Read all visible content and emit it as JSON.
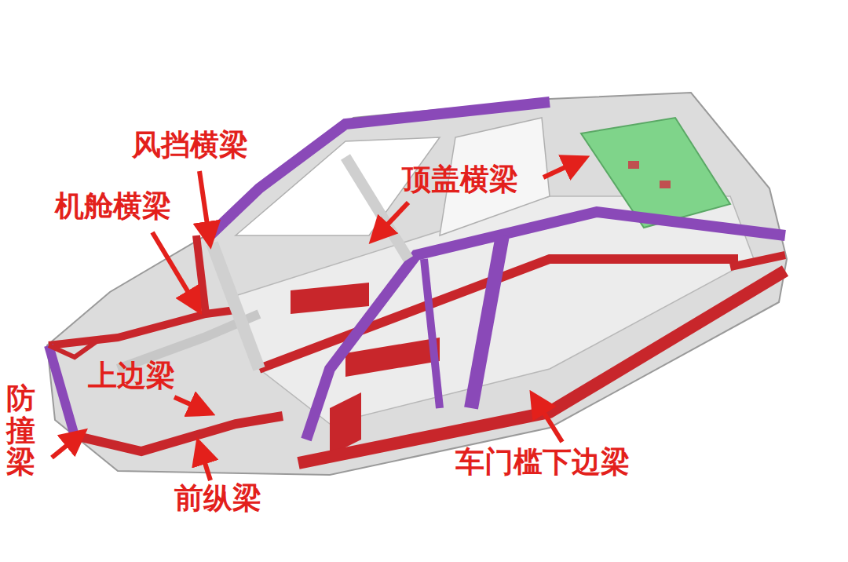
{
  "diagram": {
    "labels": [
      "风挡横梁",
      "机舱横梁",
      "顶盖横梁",
      "上边梁",
      "防撞梁",
      "前纵梁",
      "车门槛下边梁"
    ]
  }
}
